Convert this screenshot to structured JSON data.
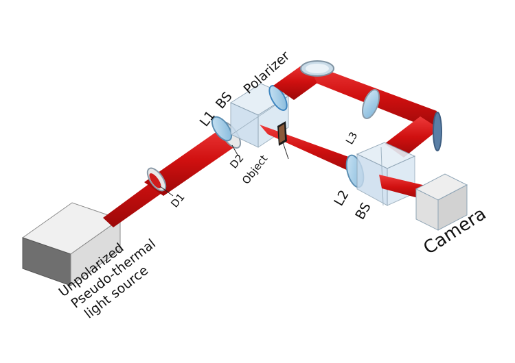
{
  "labels": {
    "source_line1": "Unpolarized",
    "source_line2": "Pseudo-thermal",
    "source_line3": "light source",
    "d1": "D1",
    "d2": "D2",
    "l1": "L1",
    "bs_top": "BS",
    "polarizer": "Polarizer",
    "object": "Object",
    "l3": "L3",
    "l2": "L2",
    "bs_bottom": "BS",
    "camera": "Camera"
  },
  "colors": {
    "beam": "#d41414",
    "beam_dark": "#a50c0c",
    "lens_blue": "#58a8d8",
    "lens_rim": "#8a9aa8",
    "cube_glass": "#dbe9f3",
    "box_light": "#e6e6e6",
    "box_dark": "#6e6e6e"
  }
}
